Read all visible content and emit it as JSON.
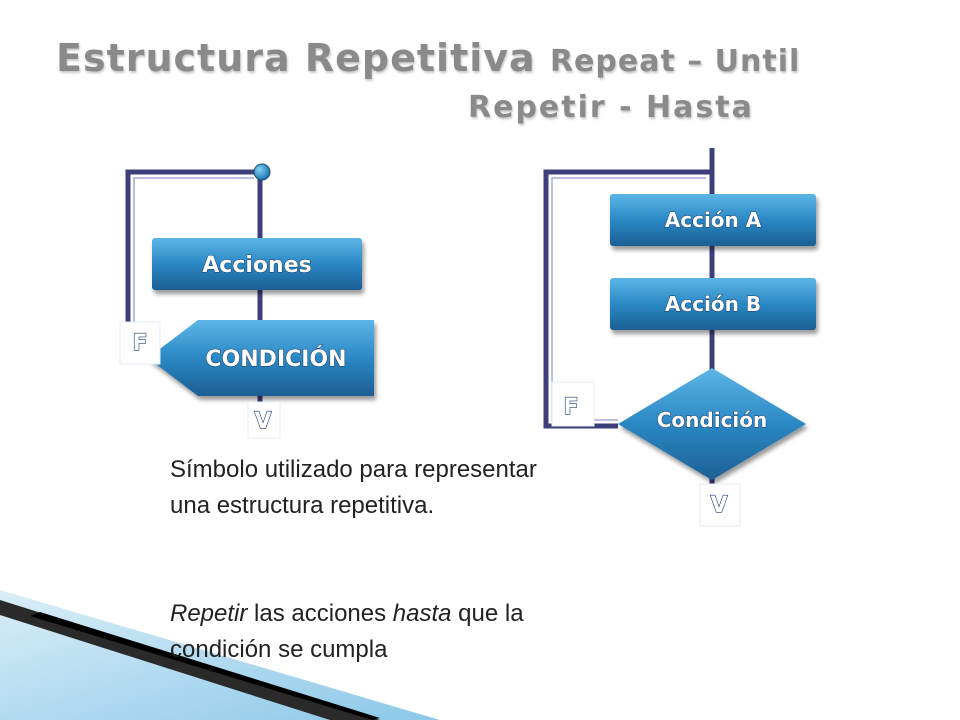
{
  "title": {
    "main": "Estructura Repetitiva",
    "sub1": "Repeat – Until",
    "sub2": "Repetir - Hasta"
  },
  "diagram_left": {
    "action_label": "Acciones",
    "condition_label": "CONDICIÓN",
    "false_label": "F",
    "true_label": "V"
  },
  "diagram_right": {
    "action_a_label": "Acción A",
    "action_b_label": "Acción B",
    "condition_label": "Condición",
    "false_label": "F",
    "true_label": "V"
  },
  "text": {
    "description": "Símbolo utilizado para representar una estructura repetitiva.",
    "repeat_word": "Repetir",
    "middle1": " las acciones ",
    "until_word": "hasta",
    "middle2": " que la condición se cumpla"
  },
  "colors": {
    "box_top": "#4aa8dc",
    "box_bottom": "#1f6ea6",
    "line": "#3c3f7a",
    "title": "#8a8a8a"
  }
}
